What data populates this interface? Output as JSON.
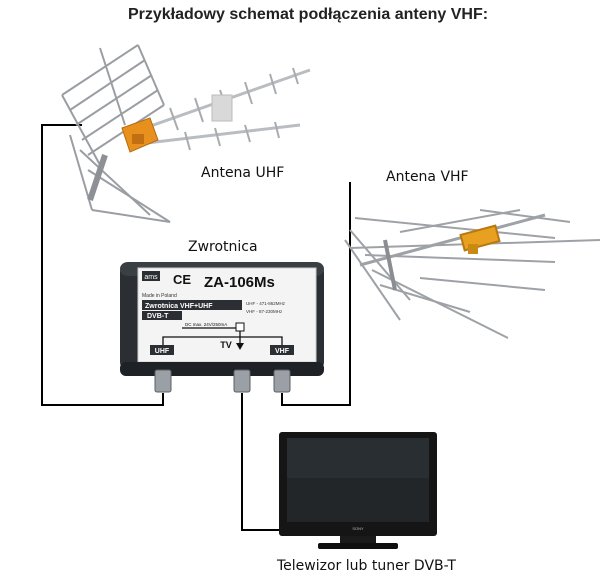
{
  "title": "Przykładowy schemat podłączenia anteny VHF:",
  "labels": {
    "antenna_uhf": "Antena UHF",
    "antenna_vhf": "Antena VHF",
    "splitter": "Zwrotnica",
    "tv": "Telewizor lub tuner DVB-T"
  },
  "splitter_box": {
    "brand": "ams",
    "ce": "CE",
    "model": "ZA-106Ms",
    "made_in": "Made in Poland",
    "name": "Zwrotnica VHF+UHF",
    "standard": "DVB-T",
    "uhf_range": "UHF - 471-862MHz",
    "vhf_range": "VHF - 87-230MHz",
    "dc_note": "DC max. 24V/250mA",
    "port_uhf": "UHF",
    "port_tv": "TV",
    "port_vhf": "VHF"
  },
  "tv_brand": "SONY",
  "colors": {
    "antenna_orange": "#e8901e",
    "box_body": "#2b2f33",
    "line": "#000000"
  }
}
